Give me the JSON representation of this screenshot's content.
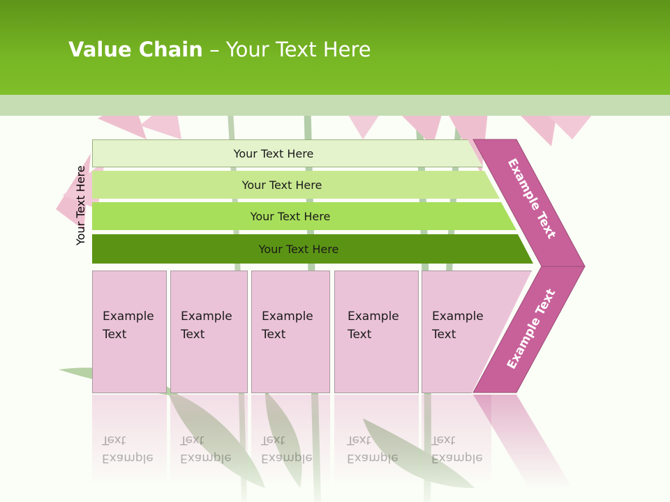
{
  "slide": {
    "title_bold": "Value Chain",
    "title_rest": " – Your Text Here",
    "side_label": "Your Text Here"
  },
  "bars": [
    {
      "label": "Your Text Here",
      "color": "#e4f3cc"
    },
    {
      "label": "Your Text Here",
      "color": "#c8e890"
    },
    {
      "label": "Your Text Here",
      "color": "#a8df5a"
    },
    {
      "label": "Your Text Here",
      "color": "#5b9414"
    }
  ],
  "boxes": [
    {
      "line1": "Example",
      "line2": "Text"
    },
    {
      "line1": "Example",
      "line2": "Text"
    },
    {
      "line1": "Example",
      "line2": "Text"
    },
    {
      "line1": "Example",
      "line2": "Text"
    },
    {
      "line1": "Example",
      "line2": "Text"
    }
  ],
  "chevron": {
    "upper_label": "Example Text",
    "lower_label": "Example Text",
    "color": "#c8619a"
  },
  "colors": {
    "header_green": "#6aaa1e",
    "box_pink": "#ebc3d8"
  }
}
